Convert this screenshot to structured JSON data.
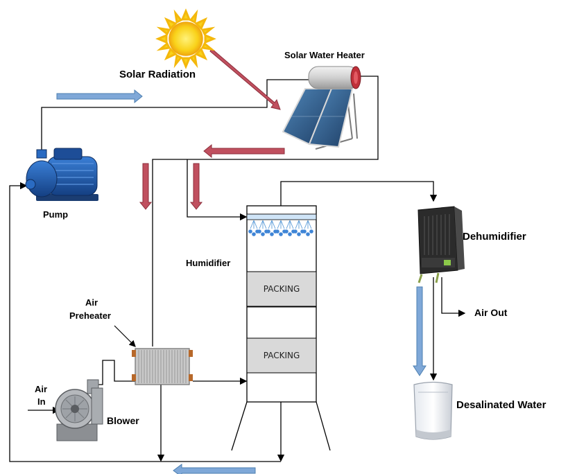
{
  "labels": {
    "solar_radiation": "Solar Radiation",
    "solar_water_heater": "Solar Water Heater",
    "pump": "Pump",
    "humidifier": "Humidifier",
    "dehumidifier": "Dehumidifier",
    "air_out": "Air Out",
    "air_preheater_line1": "Air",
    "air_preheater_line2": "Preheater",
    "air_in_line1": "Air",
    "air_in_line2": "In",
    "blower": "Blower",
    "desalinated_water": "Desalinated Water",
    "packing_upper": "PACKING",
    "packing_lower": "PACKING"
  },
  "colors": {
    "hot_flow_arrow": "#c0505f",
    "cold_flow_arrow": "#7fa8d8",
    "pipe": "#000000",
    "packing_fill": "#d9d9d9",
    "sun": "#f7d21c",
    "pump_body": "#1f5fb8",
    "collector_panel": "#2e5c8a"
  },
  "icons": [
    "sun-icon",
    "solar-water-heater-icon",
    "pump-icon",
    "dehumidifier-icon",
    "blower-icon",
    "air-preheater-icon",
    "water-container-icon",
    "spray-nozzle-icon"
  ]
}
